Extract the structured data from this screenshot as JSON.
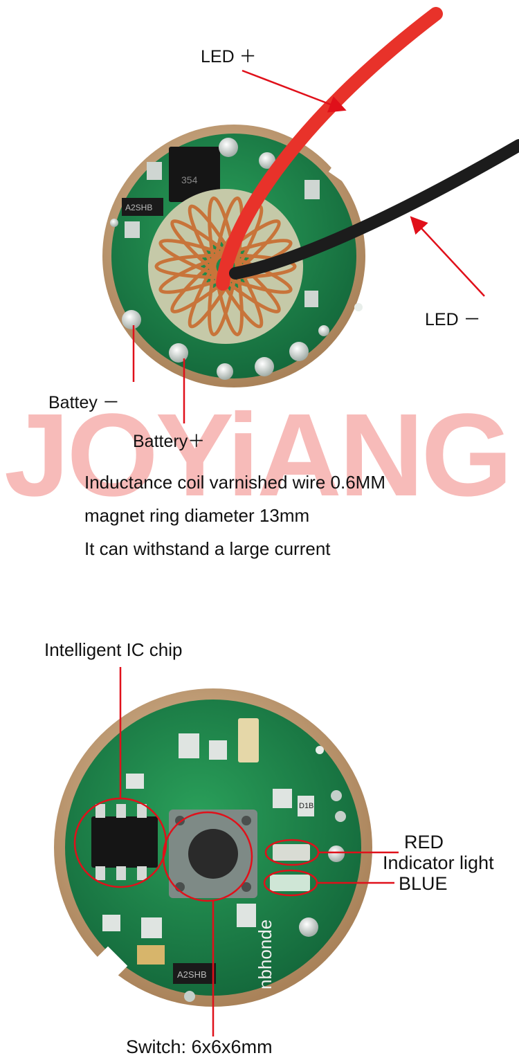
{
  "top_board": {
    "labels": {
      "led_plus": "LED ＋",
      "led_minus": "LED －",
      "battery_minus": "Battey －",
      "battery_plus": "Battery＋"
    },
    "chip_marks": [
      "354",
      "A2SHB"
    ]
  },
  "watermark": {
    "text": "JOYiANG",
    "colors": [
      "#e9403a",
      "#6a6cd8",
      "#f5c06a",
      "#3fb35c"
    ]
  },
  "description": {
    "lines": [
      "Inductance coil varnished wire 0.6MM",
      "magnet ring diameter 13mm",
      "It can withstand a large current"
    ]
  },
  "bottom_board": {
    "labels": {
      "ic_chip": "Intelligent IC chip",
      "red": "RED",
      "indicator": "Indicator light",
      "blue": "BLUE",
      "switch": "Switch: 6x6x6mm"
    },
    "silkscreen": "nbhonde",
    "chip_marks": [
      "A2SHB",
      "D1B"
    ]
  },
  "colors": {
    "pcb_green": "#1f8a4a",
    "pcb_dark": "#156b37",
    "brass_rim": "#c9a27a",
    "wire_red": "#e8322a",
    "wire_black": "#1c1c1c",
    "annotation_red": "#e0101a",
    "copper": "#c8743a"
  }
}
